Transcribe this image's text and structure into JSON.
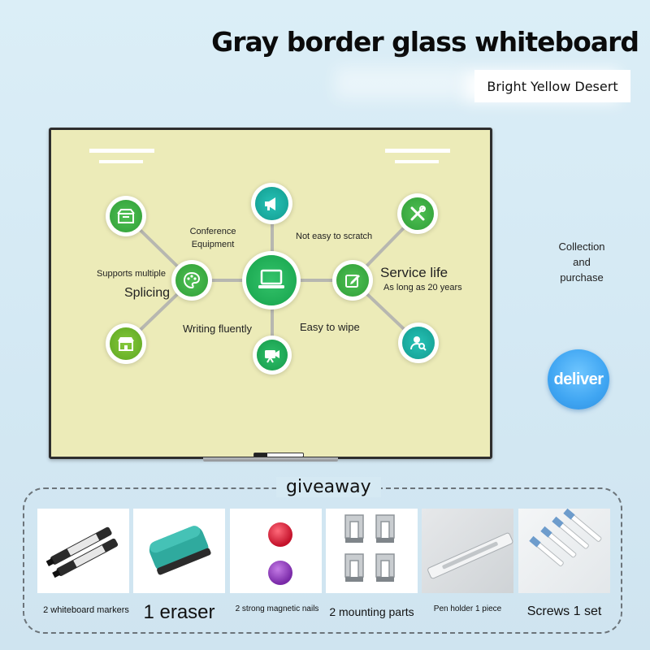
{
  "header": {
    "title": "Gray border glass whiteboard",
    "subtitle": "Bright Yellow Desert"
  },
  "colors": {
    "board_surface": "#ecebb8",
    "board_border": "#2e2e2e",
    "node_green": "#45b94d",
    "node_teal": "#1fb3a6",
    "deliver_blue": "#3fa5f2"
  },
  "diagram": {
    "center_icon": "laptop-icon",
    "features": {
      "conference": [
        "Conference",
        "Equipment"
      ],
      "scratch": "Not easy to scratch",
      "supports": "Supports multiple",
      "splicing": "Splicing",
      "service_life": "Service life",
      "service_years": "As long as 20 years",
      "writing": "Writing fluently",
      "wipe": "Easy to wipe"
    },
    "icons": [
      "store-icon",
      "megaphone-icon",
      "tools-icon",
      "palette-icon",
      "edit-icon",
      "shop-icon",
      "video-camera-icon",
      "user-search-icon"
    ]
  },
  "side": {
    "collect": [
      "Collection",
      "and",
      "purchase"
    ],
    "deliver": "deliver"
  },
  "giveaway": {
    "label": "giveaway",
    "items": [
      {
        "caption": "2 whiteboard markers",
        "icon": "markers-icon"
      },
      {
        "caption": "1 eraser",
        "icon": "eraser-icon"
      },
      {
        "caption": "2 strong magnetic nails",
        "icon": "magnet-icon"
      },
      {
        "caption": "2 mounting parts",
        "icon": "bracket-icon"
      },
      {
        "caption": "Pen holder 1 piece",
        "icon": "pen-holder-icon"
      },
      {
        "caption": "Screws 1 set",
        "icon": "screw-icon"
      }
    ]
  }
}
